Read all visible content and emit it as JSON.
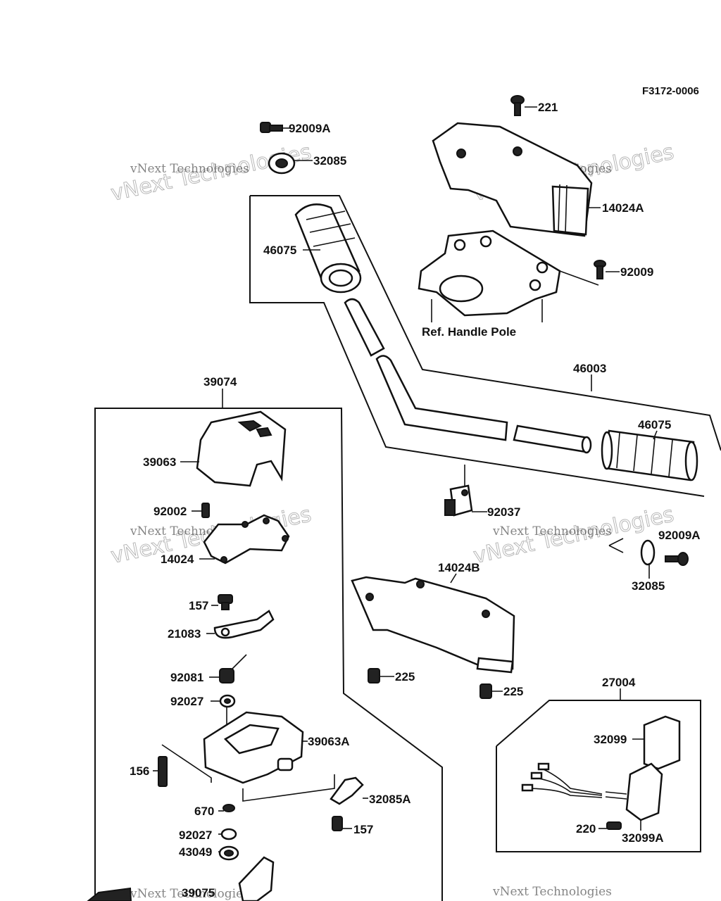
{
  "diagram_code": "F3172-0006",
  "labels": {
    "p221": "221",
    "p92009A_top": "92009A",
    "p32085_top": "32085",
    "p14024A": "14024A",
    "p46075_left": "46075",
    "p92009": "92009",
    "ref_handle_pole": "Ref. Handle Pole",
    "p46003": "46003",
    "p46075_right": "46075",
    "p39074": "39074",
    "p39063": "39063",
    "p92037": "92037",
    "p92009A_right": "92009A",
    "p32085_right": "32085",
    "p92002": "92002",
    "p14024": "14024",
    "p14024B": "14024B",
    "p157_a": "157",
    "p21083": "21083",
    "p225_a": "225",
    "p225_b": "225",
    "p92081": "92081",
    "p27004": "27004",
    "p92027_a": "92027",
    "p39063A": "39063A",
    "p32099": "32099",
    "p156": "156",
    "p32085A": "32085A",
    "p670": "670",
    "p220": "220",
    "p157_b": "157",
    "p32099A": "32099A",
    "p92027_b": "92027",
    "p43049": "43049",
    "p39075": "39075"
  },
  "watermark": {
    "brand_small": "vNext Technologies",
    "brand_big": "vNext Technologies"
  }
}
